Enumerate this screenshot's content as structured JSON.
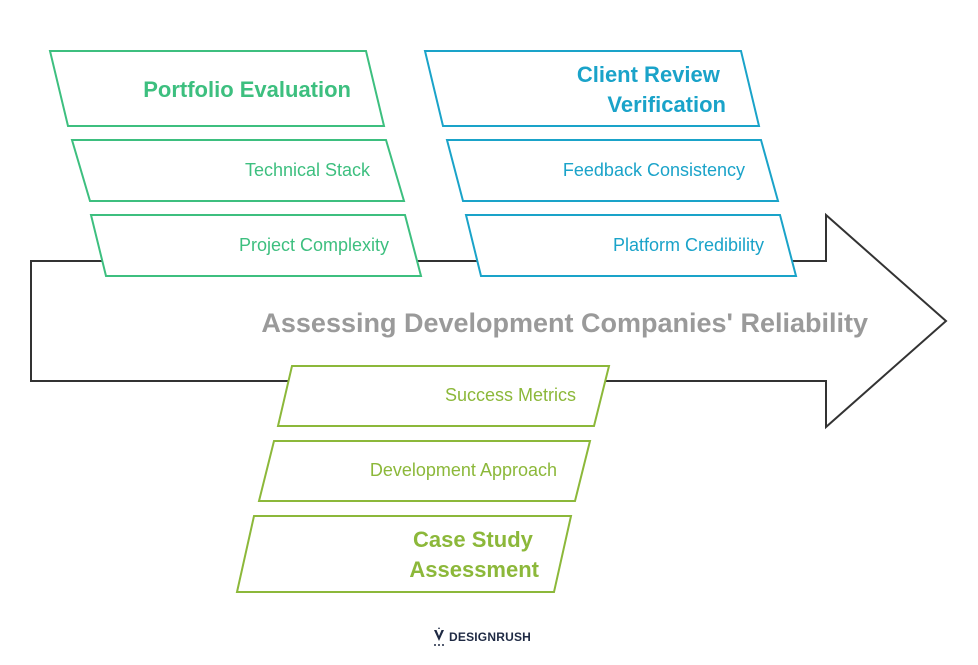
{
  "title": "Assessing Development Companies' Reliability",
  "colors": {
    "green": "#3dbf7f",
    "blue": "#1aa3c9",
    "olive": "#8cb83a",
    "arrow_stroke": "#333333",
    "title": "#9a9a9a",
    "logo": "#1f2a44"
  },
  "groups": {
    "portfolio": {
      "heading": [
        "Portfolio Evaluation"
      ],
      "items": [
        "Technical Stack",
        "Project Complexity"
      ]
    },
    "client": {
      "heading": [
        "Client Review",
        "Verification"
      ],
      "items": [
        "Feedback Consistency",
        "Platform Credibility"
      ]
    },
    "case": {
      "items": [
        "Success Metrics",
        "Development Approach"
      ],
      "heading": [
        "Case Study",
        "Assessment"
      ]
    }
  },
  "logo": {
    "text": "DESIGNRUSH",
    "icon": "designrush-logo-icon"
  }
}
